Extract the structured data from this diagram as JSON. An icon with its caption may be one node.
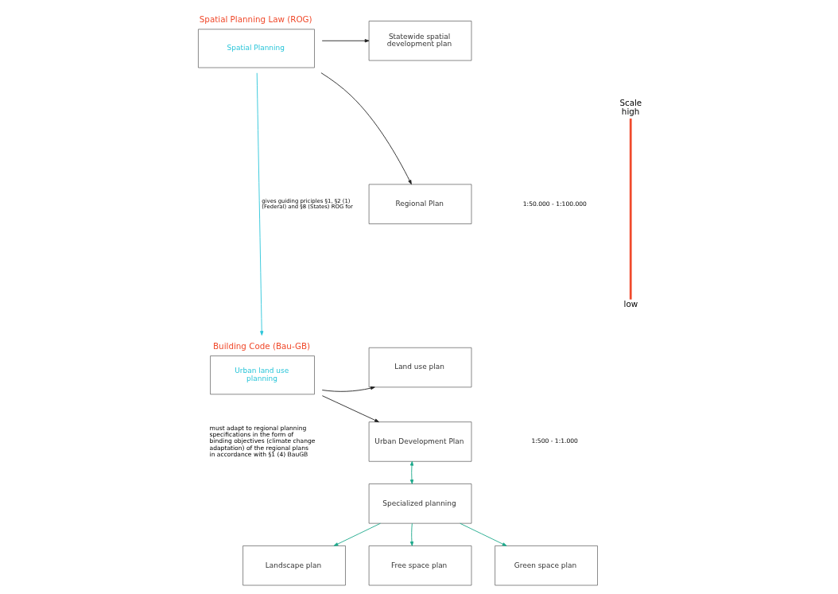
{
  "diagram": {
    "nodes": [
      {
        "text": [
          "Spatial Planning Law (ROG)",
          "Spatial Planning"
        ]
      },
      {
        "text": [
          "Statewide spatial development plan"
        ]
      },
      {
        "text": [
          "Regional Plan"
        ]
      },
      {
        "text": [
          "Building Code (Bau-GB)",
          "Urban land use planning"
        ]
      },
      {
        "text": [
          "Land use plan"
        ]
      },
      {
        "text": [
          "Urban Development Plan"
        ]
      },
      {
        "text": [
          "Specialized planning"
        ]
      },
      {
        "text": [
          "Landscape plan"
        ]
      },
      {
        "text": [
          "Free space plan"
        ]
      },
      {
        "text": [
          "Green space plan"
        ]
      }
    ],
    "edges": [
      {
        "from": 0,
        "to": 1,
        "arrow": "to"
      },
      {
        "from": 0,
        "to": 2,
        "arrow": "to"
      },
      {
        "from": 0,
        "to": 3,
        "arrow": "to",
        "label": "gives guiding priciples §1, §2 (1) (Federal) and §8 (States) ROG for",
        "color": "#29c5d9"
      },
      {
        "from": 3,
        "to": 4,
        "arrow": "to"
      },
      {
        "from": 3,
        "to": 5,
        "arrow": "to"
      },
      {
        "from": 5,
        "to": 6,
        "arrow": "both",
        "color": "#1aa88a"
      },
      {
        "from": 6,
        "to": 7,
        "arrow": "to",
        "color": "#1aa88a"
      },
      {
        "from": 6,
        "to": 8,
        "arrow": "to",
        "color": "#1aa88a"
      },
      {
        "from": 6,
        "to": 9,
        "arrow": "to",
        "color": "#1aa88a"
      }
    ],
    "labels": [
      "Scale high",
      "1:50.000 - 1:100.000",
      "must adapt to regional planning specifications in the form of binding objectives (climate change adaptation) of the regional plans in accordance with §1 (4) BauGB",
      "1:500 - 1:1.000",
      "low"
    ]
  }
}
